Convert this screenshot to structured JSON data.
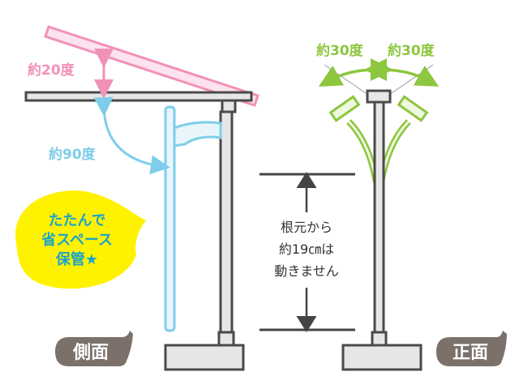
{
  "side_view": {
    "label": "側面",
    "tilt_angle_label": "約20度",
    "fold_angle_label": "約90度"
  },
  "front_view": {
    "label": "正面",
    "left_angle_label": "約30度",
    "right_angle_label": "約30度"
  },
  "measurement_note": {
    "line1": "根元から",
    "line2": "約19㎝は",
    "line3": "動きません"
  },
  "callout": {
    "line1": "たたんで",
    "line2": "省スペース",
    "line3": "保管★"
  },
  "colors": {
    "pink": "#f291b8",
    "blue": "#7fcdea",
    "green": "#8dc63f",
    "dark": "#4a4a4a",
    "yellow": "#fff200",
    "bubble_gray": "#7b706a"
  }
}
